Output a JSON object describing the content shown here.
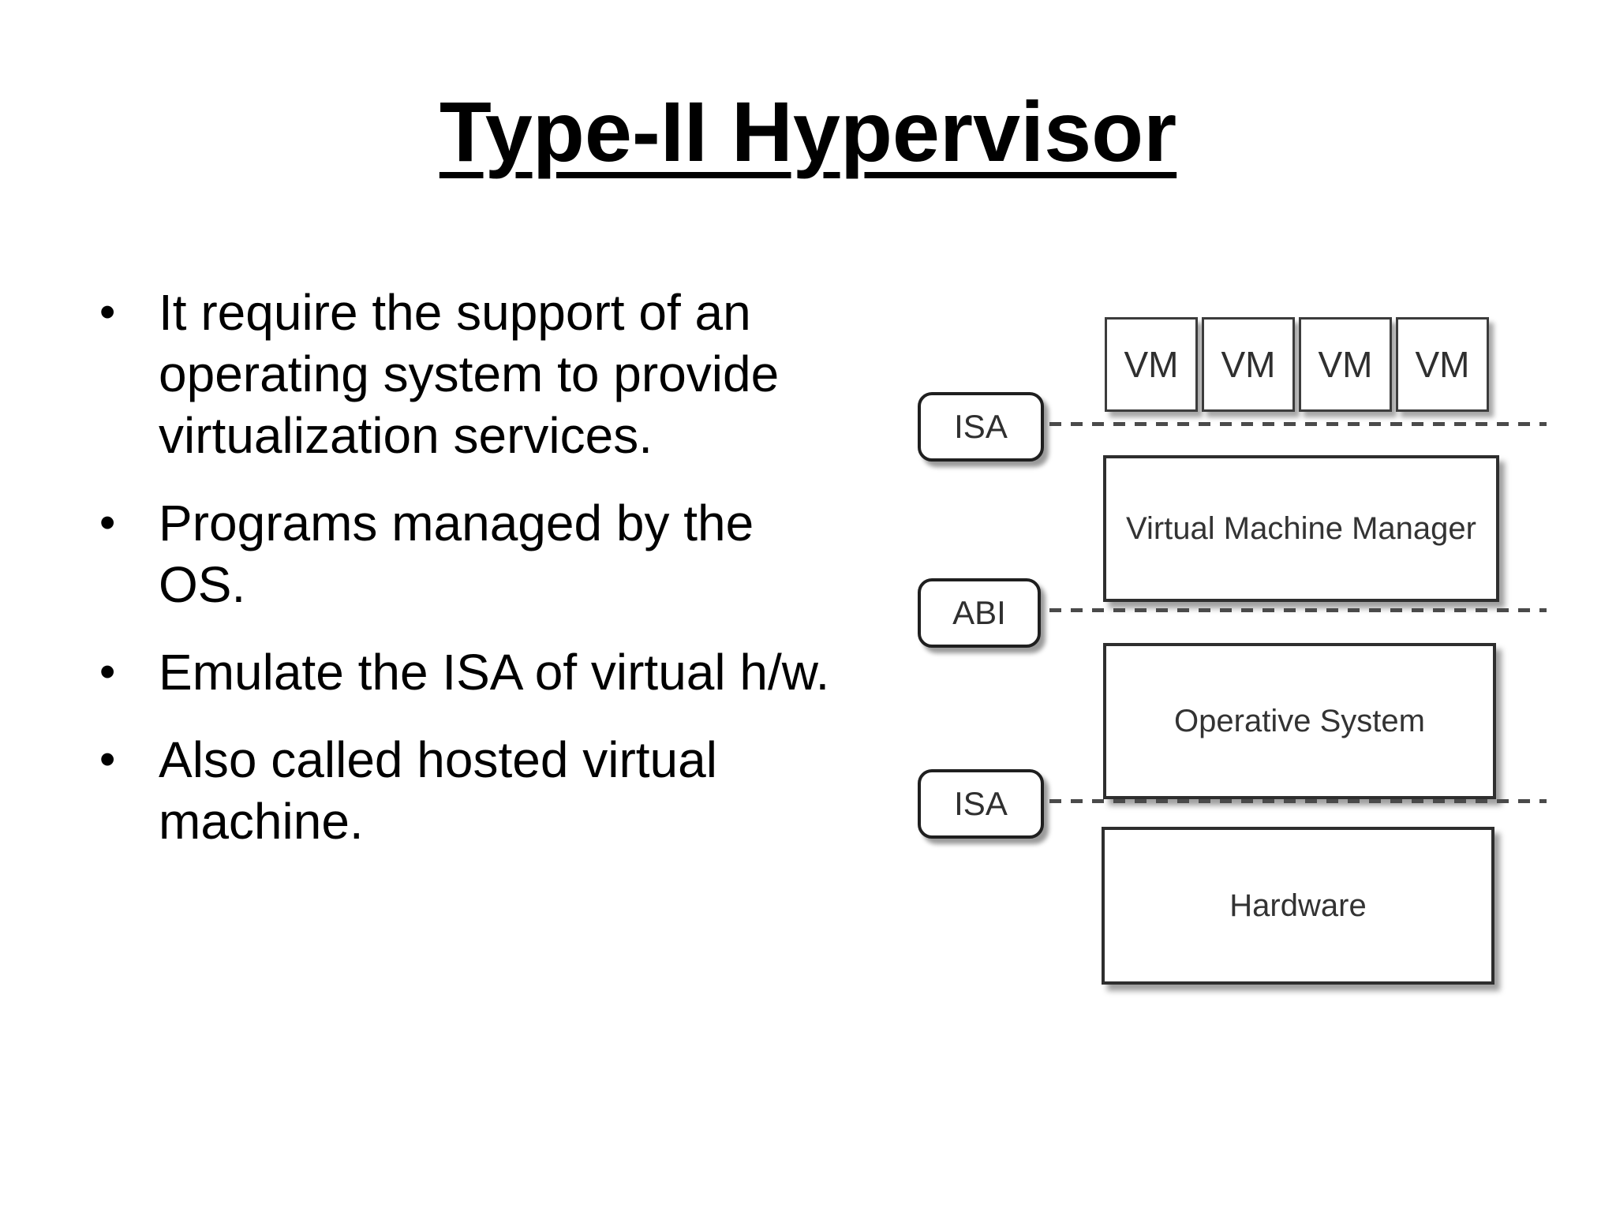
{
  "slide": {
    "title": "Type-II Hypervisor",
    "bullet_char": "•",
    "bullets": [
      {
        "text": "It require the support of an\noperating system to provide\nvirtualization services."
      },
      {
        "text": "Programs managed by the\nOS."
      },
      {
        "text": "Emulate the ISA of virtual h/w."
      },
      {
        "text": "Also called hosted virtual\nmachine."
      }
    ]
  },
  "diagram": {
    "vms": [
      "VM",
      "VM",
      "VM",
      "VM"
    ],
    "interfaces": [
      {
        "label": "ISA"
      },
      {
        "label": "ABI"
      },
      {
        "label": "ISA"
      }
    ],
    "layers": [
      {
        "label": "Virtual Machine Manager"
      },
      {
        "label": "Operative System"
      },
      {
        "label": "Hardware"
      }
    ],
    "colors": {
      "box_fill": "#ffffff",
      "box_border": "#2e2e2e",
      "dash_line": "#4a4a4a",
      "text": "#333333"
    }
  }
}
